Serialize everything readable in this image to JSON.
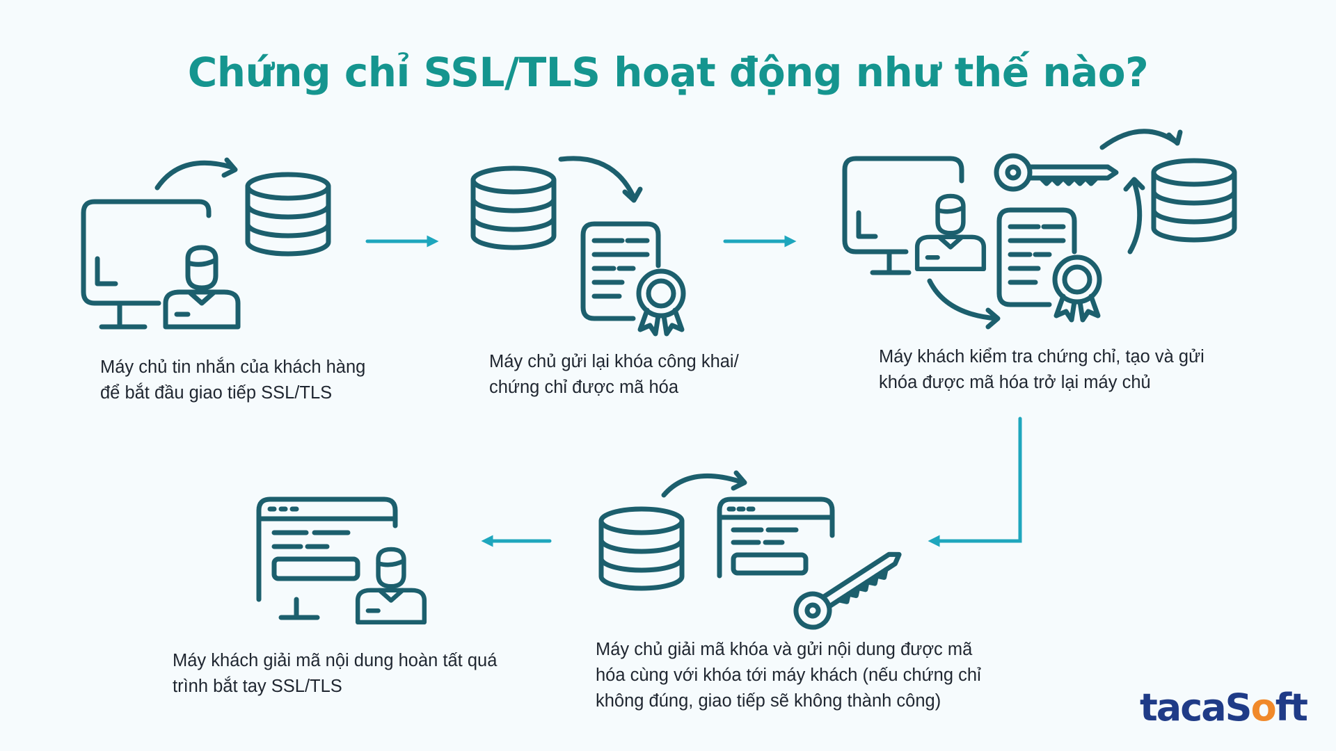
{
  "title": "Chứng chỉ SSL/TLS hoạt động như thế nào?",
  "steps": [
    {
      "caption": "Máy chủ tin nhắn của khách hàng để bắt đầu giao tiếp SSL/TLS"
    },
    {
      "caption": "Máy chủ gửi lại khóa công khai/ chứng chỉ được mã hóa"
    },
    {
      "caption": "Máy khách kiểm tra chứng chỉ, tạo và gửi khóa được mã hóa trở lại máy chủ"
    },
    {
      "caption": "Máy chủ giải mã khóa và gửi nội dung được mã hóa cùng với khóa tới máy khách (nếu chứng chỉ không đúng, giao tiếp sẽ không thành công)"
    },
    {
      "caption": "Máy khách giải mã nội dung hoàn tất quá trình bắt tay SSL/TLS"
    }
  ],
  "logo": {
    "part1": "tacaS",
    "part2": "o",
    "part3": "ft"
  },
  "colors": {
    "title": "#15958f",
    "icon": "#1c5f6d",
    "arrow": "#1ea6bd",
    "logo": "#1f3b87",
    "logo_accent": "#f0892a"
  },
  "icons": [
    "monitor-icon",
    "user-icon",
    "database-icon",
    "certificate-icon",
    "key-icon",
    "browser-window-icon",
    "curved-arrow-icon",
    "flow-arrow-icon"
  ]
}
